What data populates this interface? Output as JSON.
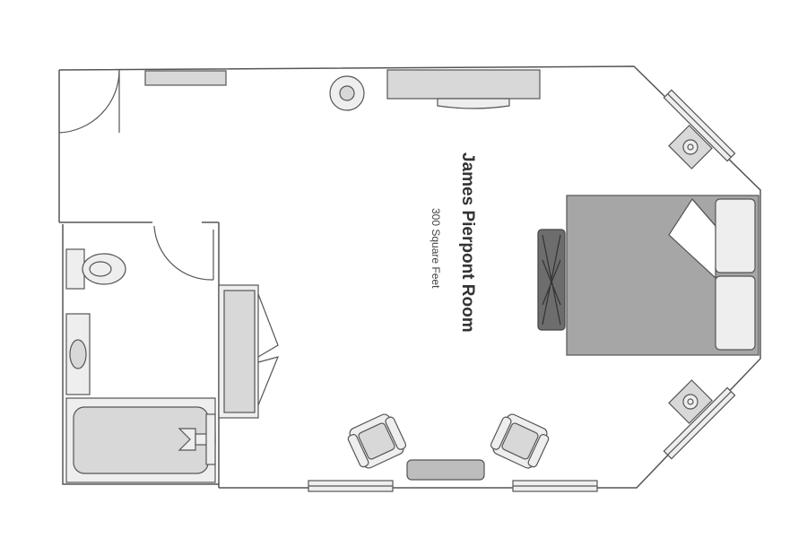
{
  "room": {
    "name": "James Pierpont Room",
    "area": "300 Square Feet"
  },
  "colors": {
    "wall": "#555555",
    "furniture": "#d8d8d8",
    "bed": "#a6a6a6",
    "bench": "#6d6d6d"
  },
  "elements": [
    "entry-door",
    "closet",
    "bathroom",
    "toilet",
    "sink",
    "bathtub",
    "bathroom-door",
    "dresser",
    "tv-stand",
    "round-table",
    "desk",
    "armchair-left",
    "armchair-right",
    "coffee-table",
    "bed",
    "bench",
    "nightstand-top",
    "nightstand-bottom",
    "window-bottom-left",
    "window-bottom-right"
  ]
}
